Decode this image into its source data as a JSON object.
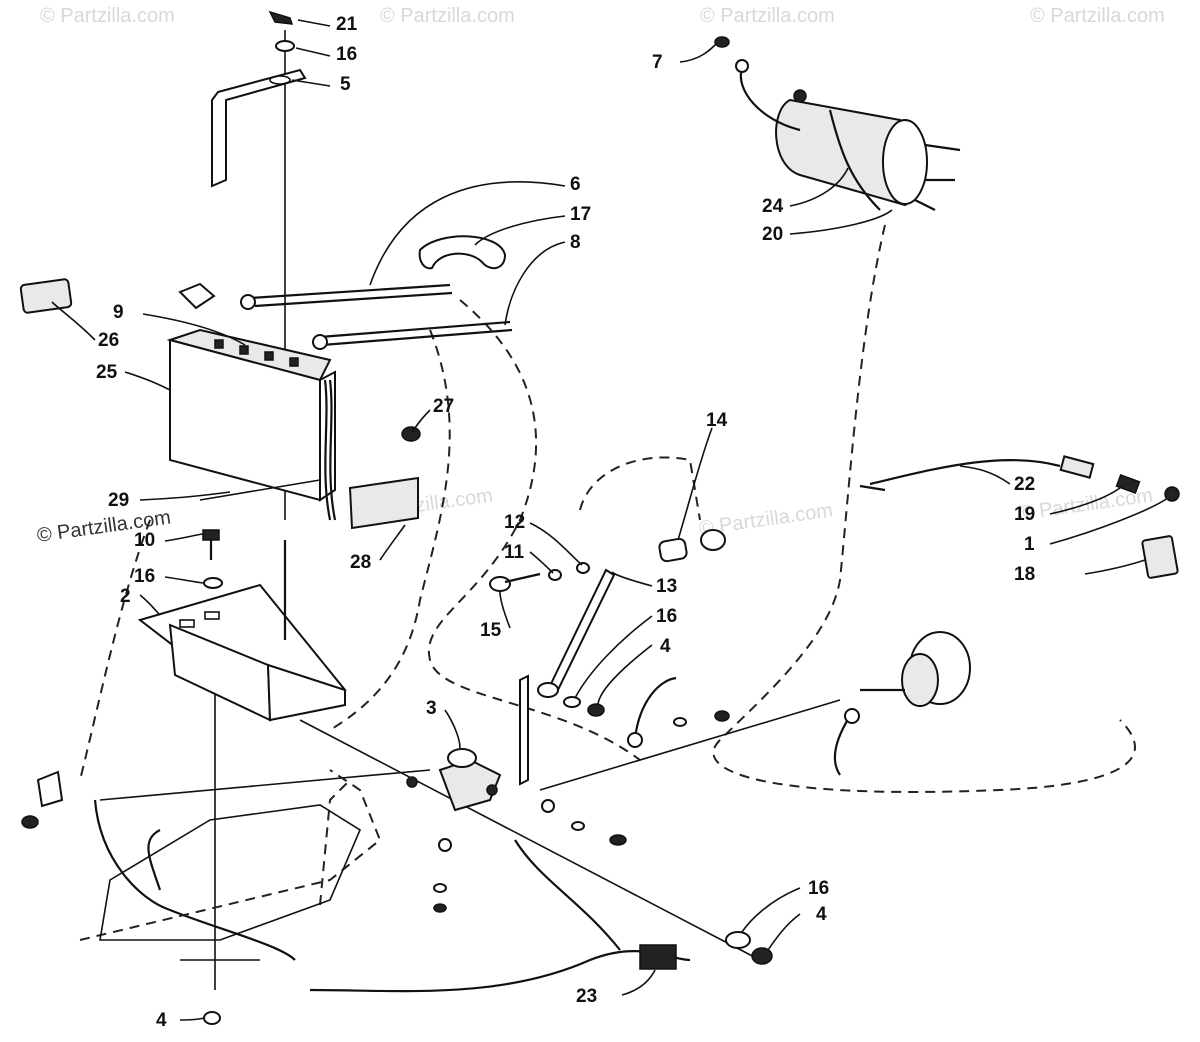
{
  "watermarks": [
    "© Partzilla.com",
    "© Partzilla.com",
    "© Partzilla.com",
    "© Partzilla.com",
    "© Partzilla.com",
    "© Partzilla.com",
    "© Partzilla.com",
    "© Partzilla.com"
  ],
  "callouts": [
    {
      "id": "21"
    },
    {
      "id": "16"
    },
    {
      "id": "5"
    },
    {
      "id": "7"
    },
    {
      "id": "6"
    },
    {
      "id": "17"
    },
    {
      "id": "8"
    },
    {
      "id": "24"
    },
    {
      "id": "20"
    },
    {
      "id": "9"
    },
    {
      "id": "26"
    },
    {
      "id": "25"
    },
    {
      "id": "27"
    },
    {
      "id": "29"
    },
    {
      "id": "10"
    },
    {
      "id": "16"
    },
    {
      "id": "28"
    },
    {
      "id": "2"
    },
    {
      "id": "14"
    },
    {
      "id": "12"
    },
    {
      "id": "11"
    },
    {
      "id": "13"
    },
    {
      "id": "15"
    },
    {
      "id": "16"
    },
    {
      "id": "4"
    },
    {
      "id": "22"
    },
    {
      "id": "19"
    },
    {
      "id": "1"
    },
    {
      "id": "18"
    },
    {
      "id": "3"
    },
    {
      "id": "16"
    },
    {
      "id": "4"
    },
    {
      "id": "23"
    },
    {
      "id": "4"
    }
  ]
}
